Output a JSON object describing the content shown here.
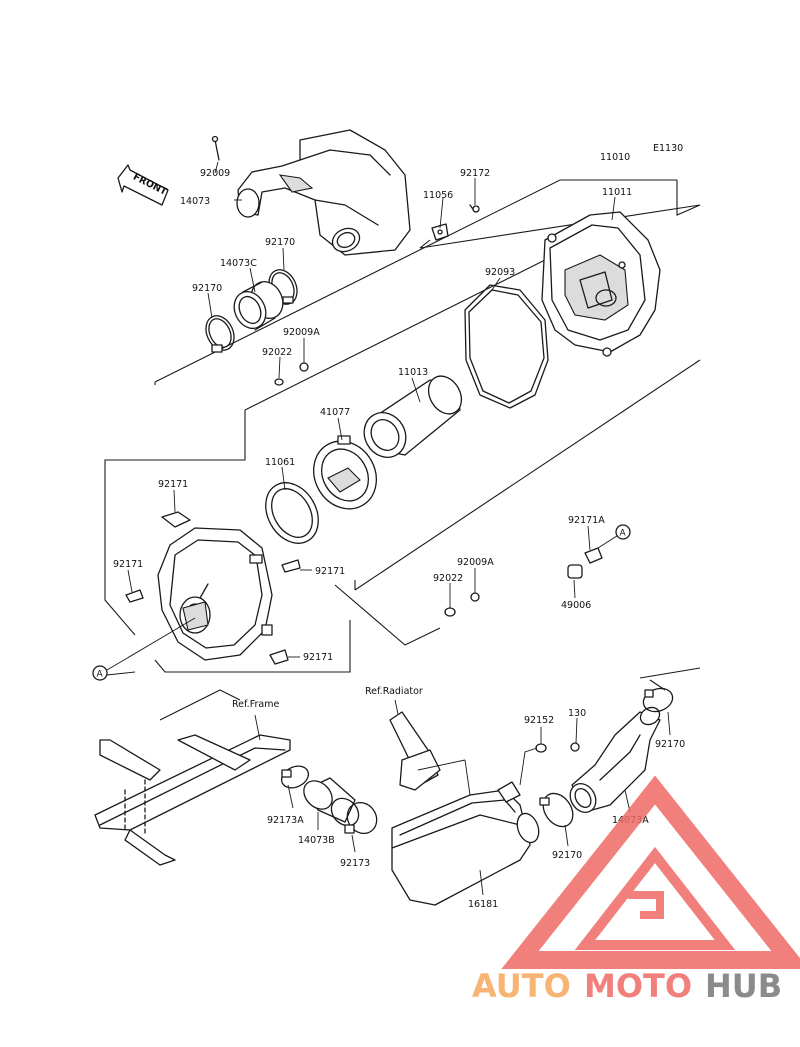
{
  "diagram": {
    "code": "E1130",
    "front_label": "FRONT",
    "ref_frame": "Ref.Frame",
    "ref_radiator": "Ref.Radiator",
    "marker_a": "A",
    "parts": {
      "p92009_top": "92009",
      "p14073": "14073",
      "p92172": "92172",
      "p11010": "11010",
      "p11011": "11011",
      "p11056": "11056",
      "p92170_a": "92170",
      "p14073c": "14073C",
      "p92170_b": "92170",
      "p92093": "92093",
      "p92009a_a": "92009A",
      "p92022_a": "92022",
      "p11013": "11013",
      "p41077": "41077",
      "p11061": "11061",
      "p92171_a": "92171",
      "p92171_b": "92171",
      "p92171_c": "92171",
      "p92171_d": "92171",
      "p92171a": "92171A",
      "p49006": "49006",
      "p92009a_b": "92009A",
      "p92022_b": "92022",
      "p92152": "92152",
      "p130": "130",
      "p92170_c": "92170",
      "p92173a": "92173A",
      "p14073b": "14073B",
      "p92173": "92173",
      "p16181": "16181",
      "p14073a": "14073A",
      "p92170_d": "92170"
    }
  },
  "watermark": {
    "brand_part1": "AUTO",
    "brand_part2": "MOTO",
    "brand_part3": "HUB",
    "color_orange": "#f6a85a",
    "color_red": "#ef6b66",
    "color_gray": "#777777"
  }
}
